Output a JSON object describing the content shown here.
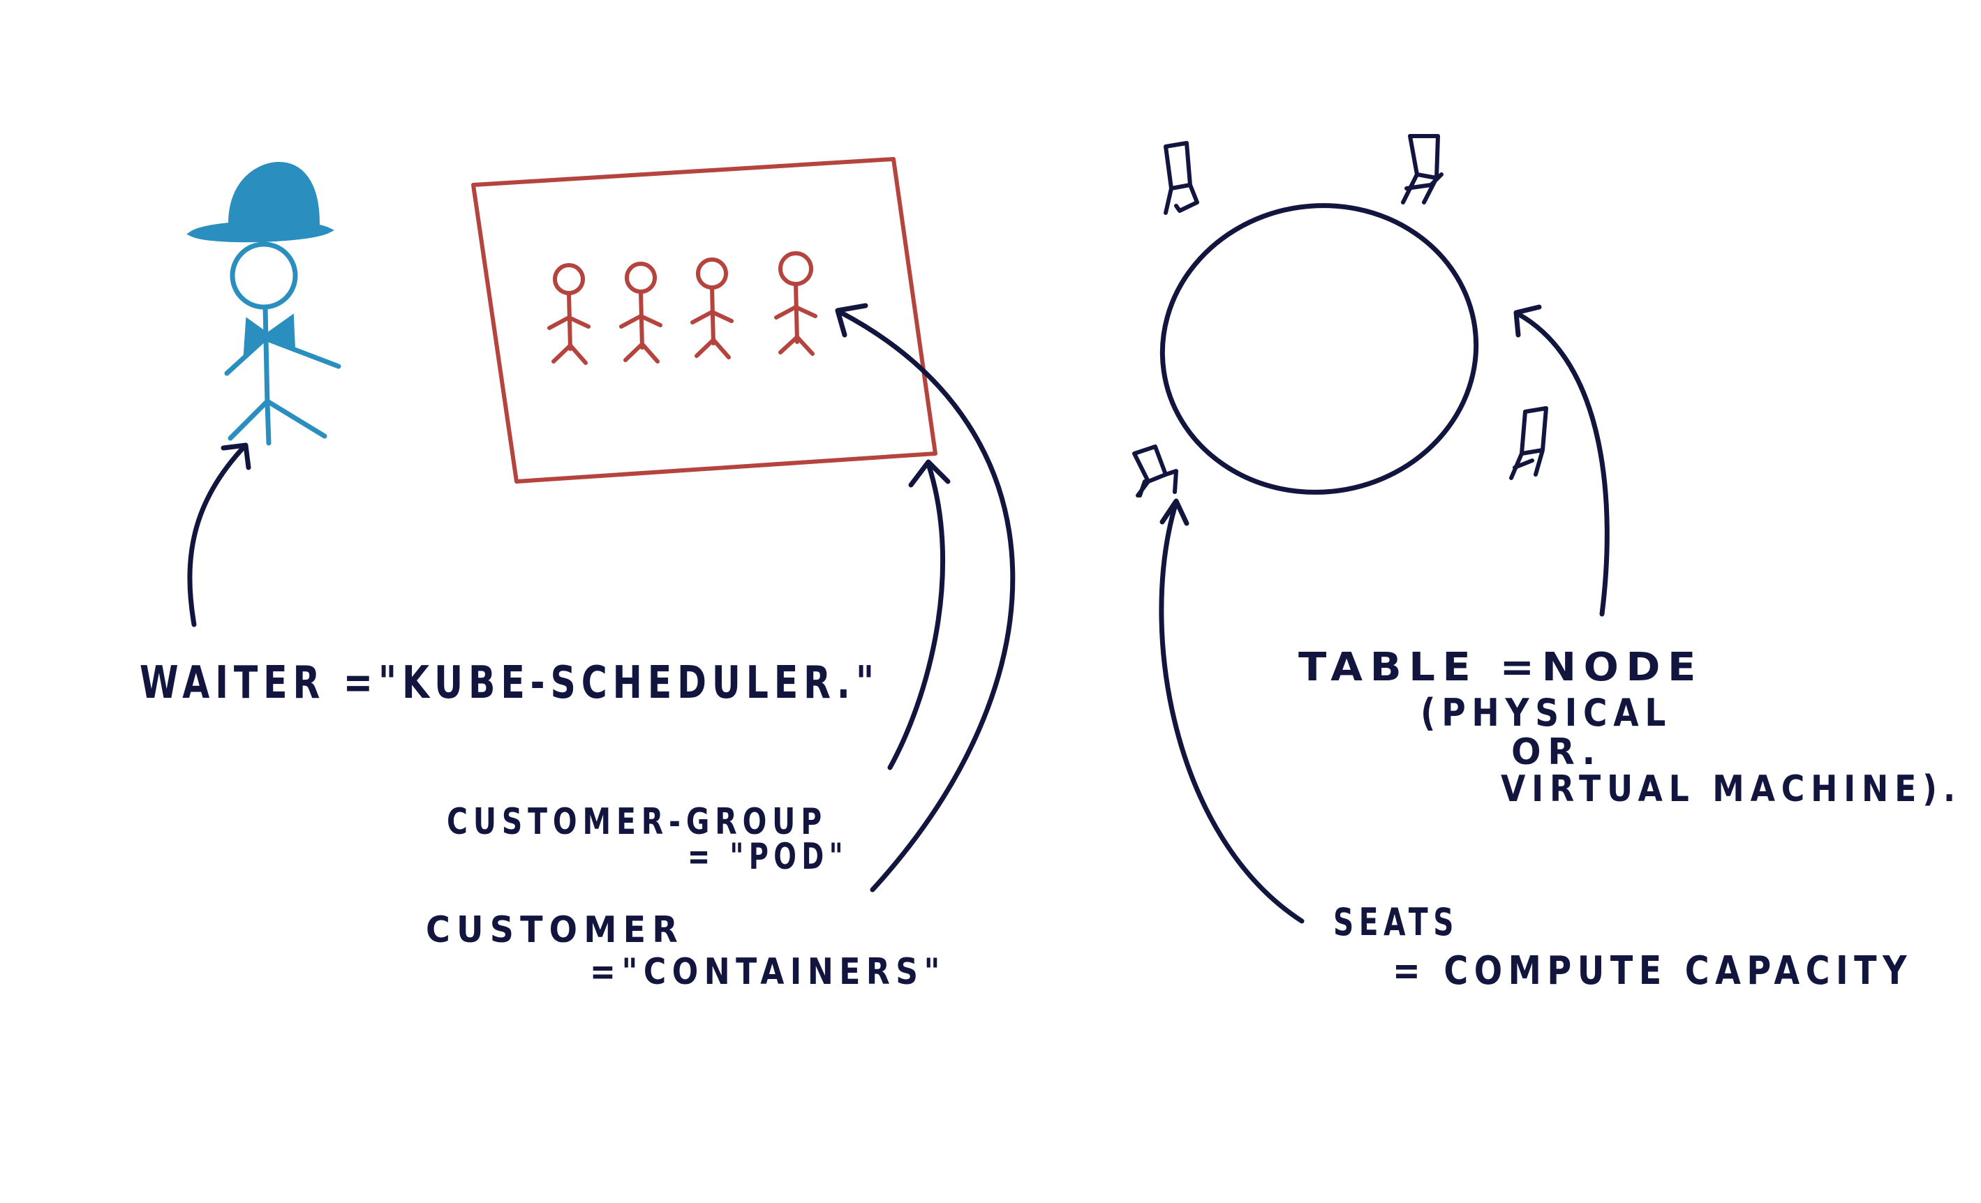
{
  "colors": {
    "ink": "#12163f",
    "waiter": "#2a8fbe",
    "pod": "#b5433e",
    "paper": "#ffffff"
  },
  "waiter": {
    "label": "WAITER =\"KUBE-SCHEDULER.\""
  },
  "pod": {
    "label_line1": "CUSTOMER-GROUP",
    "label_line2": "= \"POD\""
  },
  "containers": {
    "label_line1": "CUSTOMER",
    "label_line2": "=\"CONTAINERS\""
  },
  "node": {
    "label_line1": "TABLE =NODE",
    "label_line2": "(PHYSICAL",
    "label_line3": "OR.",
    "label_line4": "VIRTUAL MACHINE)."
  },
  "seats": {
    "label_line1": "SEATS",
    "label_line2": "= COMPUTE CAPACITY"
  },
  "icons": [
    "waiter-figure",
    "customer-figure",
    "table-circle",
    "chair-icon",
    "arrow"
  ]
}
